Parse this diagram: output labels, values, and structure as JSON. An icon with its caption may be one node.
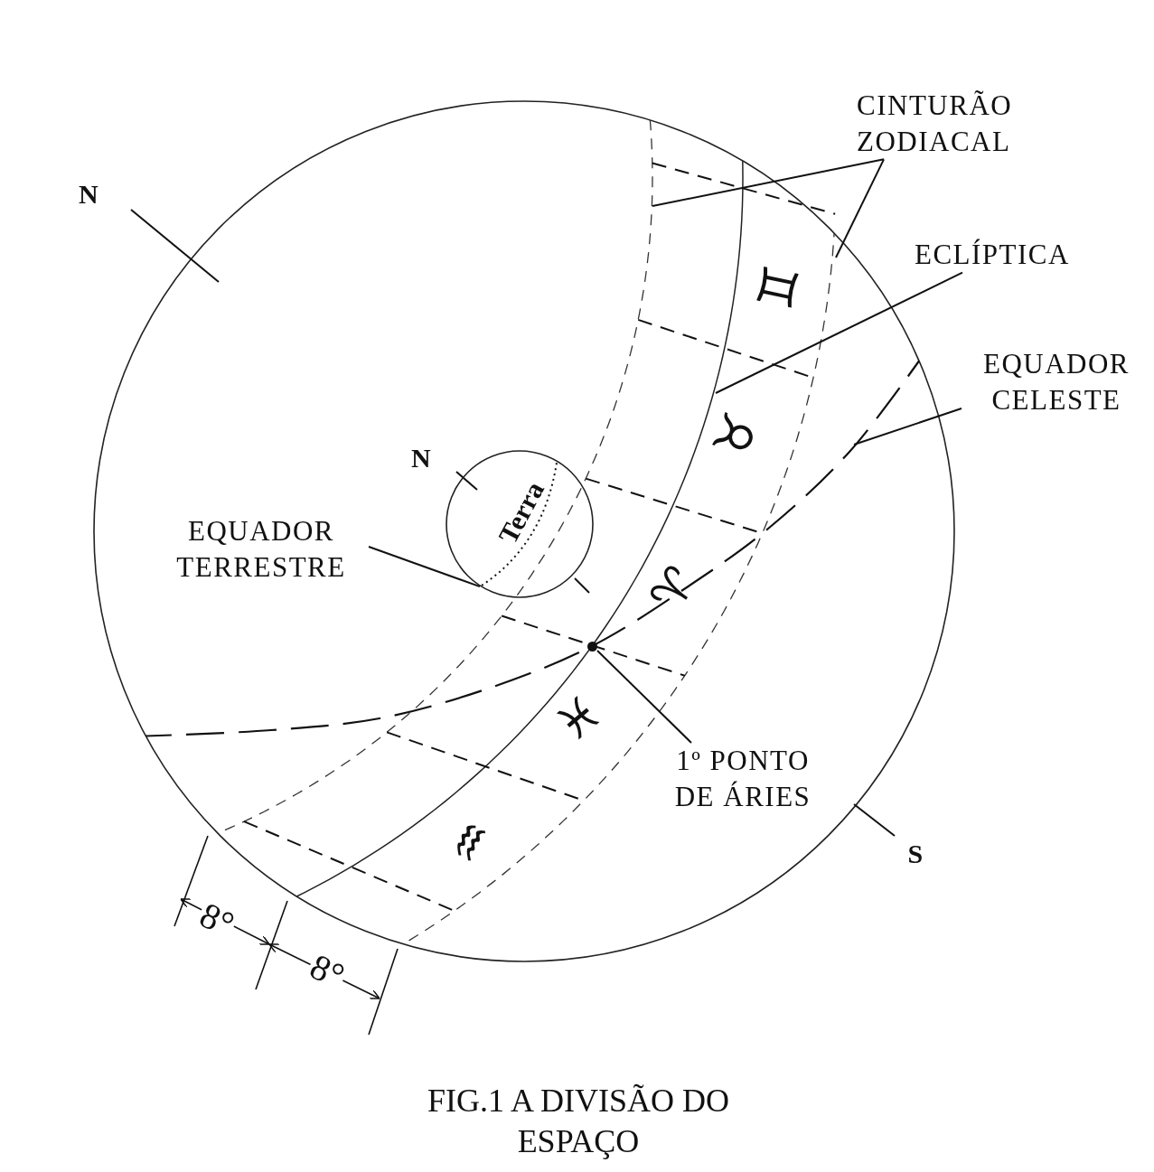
{
  "diagram": {
    "caption": "FIG.1 A DIVISÃO DO ESPAÇO",
    "nodes": [
      {
        "text": [
          "CINTURÃO ZODIACAL"
        ]
      },
      {
        "text": [
          "ECLÍPTICA"
        ]
      },
      {
        "text": [
          "EQUADOR CELESTE"
        ]
      },
      {
        "text": [
          "EQUADOR TERRESTRE"
        ]
      },
      {
        "text": [
          "1º PONTO DE ÁRIES"
        ]
      },
      {
        "text": [
          "Terra"
        ],
        "beside": [
          "N"
        ]
      },
      {
        "text": [],
        "shape": "circle"
      }
    ],
    "edges": [
      {
        "from": 0,
        "to": null,
        "arrow": "none"
      },
      {
        "from": 0,
        "to": null,
        "arrow": "none"
      },
      {
        "from": 1,
        "to": null,
        "arrow": "none"
      },
      {
        "from": 2,
        "to": null,
        "arrow": "none"
      },
      {
        "from": 3,
        "to": 5,
        "arrow": "none"
      },
      {
        "from": 4,
        "to": 6,
        "arrow": "none"
      }
    ],
    "labels": [
      "N",
      "S",
      "♊",
      "♉",
      "♈",
      "♓",
      "♒",
      "8°",
      "8°"
    ]
  }
}
